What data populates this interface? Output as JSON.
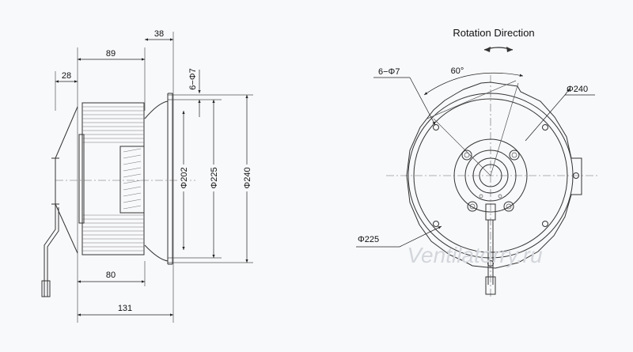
{
  "side_view": {
    "dim_38": "38",
    "dim_89": "89",
    "dim_28": "28",
    "dim_80": "80",
    "dim_131": "131",
    "holes": "6−Φ7",
    "d202": "Φ202",
    "d225": "Φ225",
    "d240": "Φ240"
  },
  "front_view": {
    "title": "Rotation  Direction",
    "holes": "6−Φ7",
    "angle": "60°",
    "d240": "Φ240",
    "d225": "Φ225"
  },
  "watermark": "Ventilatorry.ru",
  "colors": {
    "line": "#333333",
    "background": "#f8f9fb",
    "watermark": "#d3d6db"
  },
  "icons": [
    "rotation-arrow-icon"
  ]
}
